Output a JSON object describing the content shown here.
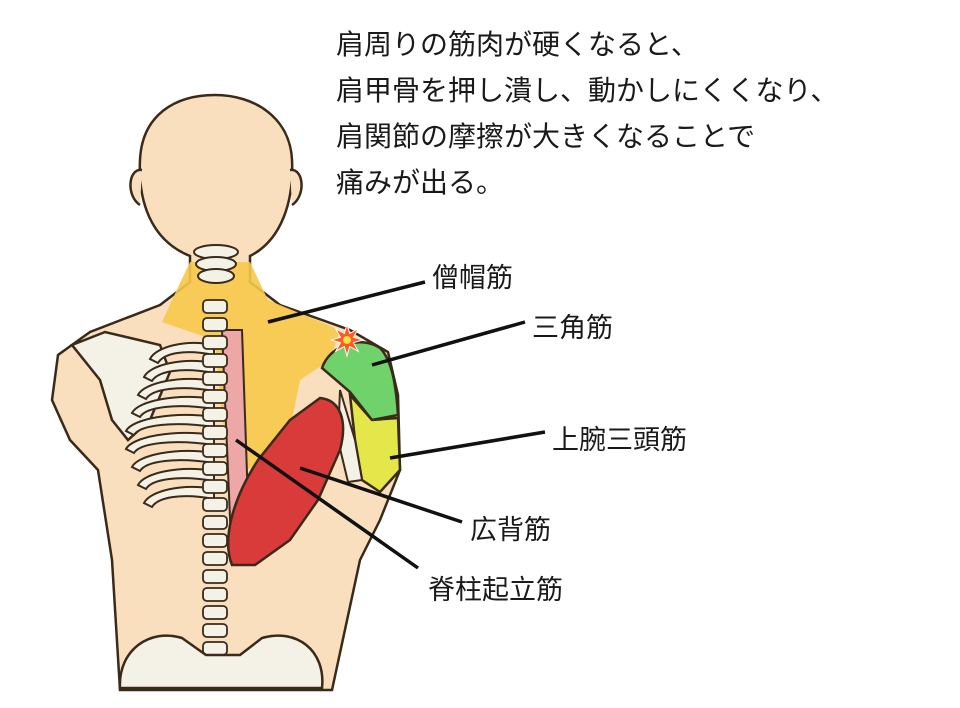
{
  "caption": {
    "lines": [
      "肩周りの筋肉が硬くなると、",
      "肩甲骨を押し潰し、動かしにくくなり、",
      "肩関節の摩擦が大きくなることで",
      "痛みが出る。"
    ]
  },
  "labels": {
    "trapezius": "僧帽筋",
    "deltoid": "三角筋",
    "triceps": "上腕三頭筋",
    "latissimus": "広背筋",
    "erector": "脊柱起立筋"
  },
  "colors": {
    "skin": "#f9dfbd",
    "outline": "#3a2a1a",
    "bone": "#f4f1e6",
    "trapezius": "#f7c84a",
    "deltoid": "#6fd26b",
    "triceps": "#e4e64a",
    "latissimus": "#d93a3a",
    "erector": "#eea7a7",
    "pain": "#ff5a1f"
  },
  "icons": {
    "pain": "pain-burst-icon"
  }
}
